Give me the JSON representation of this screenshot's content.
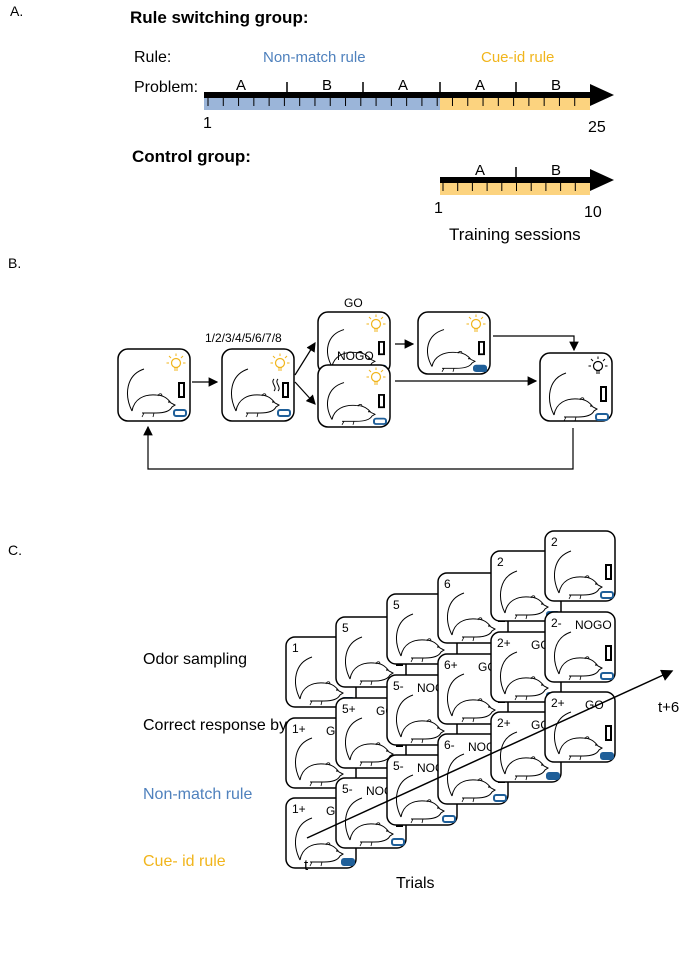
{
  "panel_a": {
    "label": "A.",
    "rule_switching_title": "Rule switching group:",
    "rule_label": "Rule:",
    "non_match_rule": "Non-match rule",
    "cue_id_rule": "Cue-id rule",
    "problem_label": "Problem:",
    "problems_main": [
      "A",
      "B",
      "A",
      "A",
      "B"
    ],
    "start_number": "1",
    "end_number": "25",
    "control_title": "Control group:",
    "problems_control": [
      "A",
      "B"
    ],
    "control_start": "1",
    "control_end": "10",
    "training_sessions": "Training sessions"
  },
  "panel_b": {
    "label": "B.",
    "odor_numbers": "1/2/3/4/5/6/7/8",
    "go": "GO",
    "nogo": "NOGO"
  },
  "panel_c": {
    "label": "C.",
    "odor_sampling": "Odor sampling",
    "correct_response": "Correct response by:",
    "non_match_rule": "Non-match rule",
    "cue_id_rule": "Cue- id rule",
    "trials": "Trials",
    "t_start": "t",
    "t_end": "t+6",
    "row1": [
      "1",
      "5",
      "5",
      "6",
      "2",
      "2"
    ],
    "row2": [
      [
        "1+",
        "GO"
      ],
      [
        "5+",
        "GO"
      ],
      [
        "5-",
        "NOGO"
      ],
      [
        "6+",
        "GO"
      ],
      [
        "2+",
        "GO"
      ],
      [
        "2-",
        "NOGO"
      ]
    ],
    "row3": [
      [
        "1+",
        "GO"
      ],
      [
        "5-",
        "NOGO"
      ],
      [
        "5-",
        "NOGO"
      ],
      [
        "6-",
        "NOGO"
      ],
      [
        "2+",
        "GO"
      ],
      [
        "2+",
        "GO"
      ]
    ]
  },
  "colors": {
    "blue": "#4f81bd",
    "blue_fill": "#9bb5d9",
    "yellow": "#f1b51c",
    "yellow_fill": "#fcd37f",
    "dark_blue": "#1f5f99"
  }
}
